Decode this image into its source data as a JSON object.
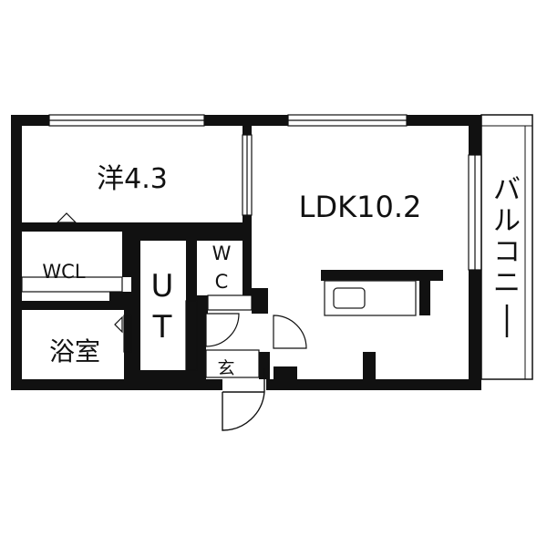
{
  "floor_plan": {
    "colors": {
      "wall": "#111111",
      "background": "#ffffff",
      "fixture_stroke": "#222222"
    },
    "rooms": {
      "western_room": "洋4.3",
      "ldk": "LDK10.2",
      "walk_in_closet": "WCL",
      "utility_top": "U",
      "utility_bottom": "T",
      "toilet_top": "W",
      "toilet_bottom": "C",
      "bathroom": "浴室",
      "entrance": "玄",
      "balcony": [
        "バ",
        "ル",
        "コ",
        "ニ",
        "ー"
      ]
    }
  }
}
